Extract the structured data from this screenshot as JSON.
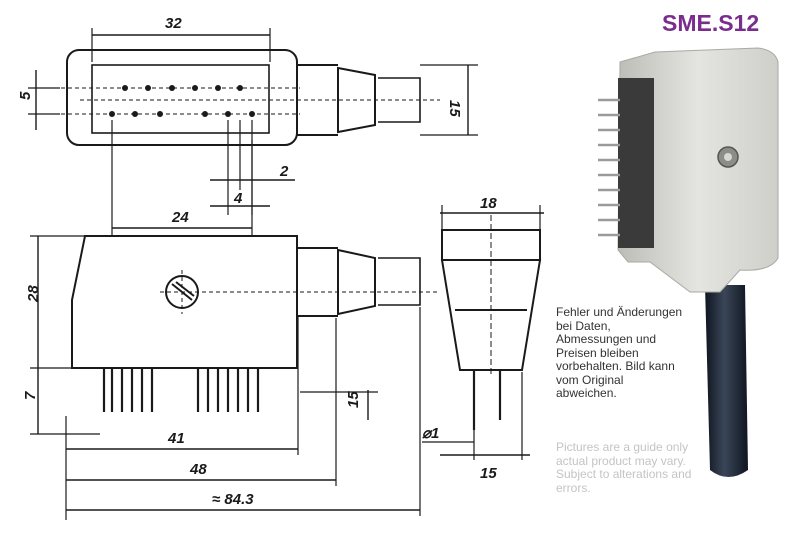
{
  "title": "SME.S12",
  "note_de": "Fehler und Änderungen bei Daten, Abmessungen und Preisen bleiben vorbehalten. Bild kann vom Original abweichen.",
  "note_en": "Pictures are a guide only actual product may vary. Subject to alterations and errors.",
  "dimensions": {
    "top_width": "32",
    "pin_row_spacing": "5",
    "body_height_top": "15",
    "pin_pitch": "2",
    "pin_group": "4",
    "pin_field_width": "24",
    "side_height": "28",
    "pin_length": "7",
    "pin_protrusion": "15",
    "len_41": "41",
    "len_48": "48",
    "overall_length": "≈ 84.3",
    "end_width": "18",
    "pin_dia": "⌀1",
    "end_pin_span": "15"
  },
  "colors": {
    "title": "#7b2d8e",
    "ink": "#1a1a1a",
    "housing": "#d9d9d5",
    "cable": "#1c2533"
  }
}
